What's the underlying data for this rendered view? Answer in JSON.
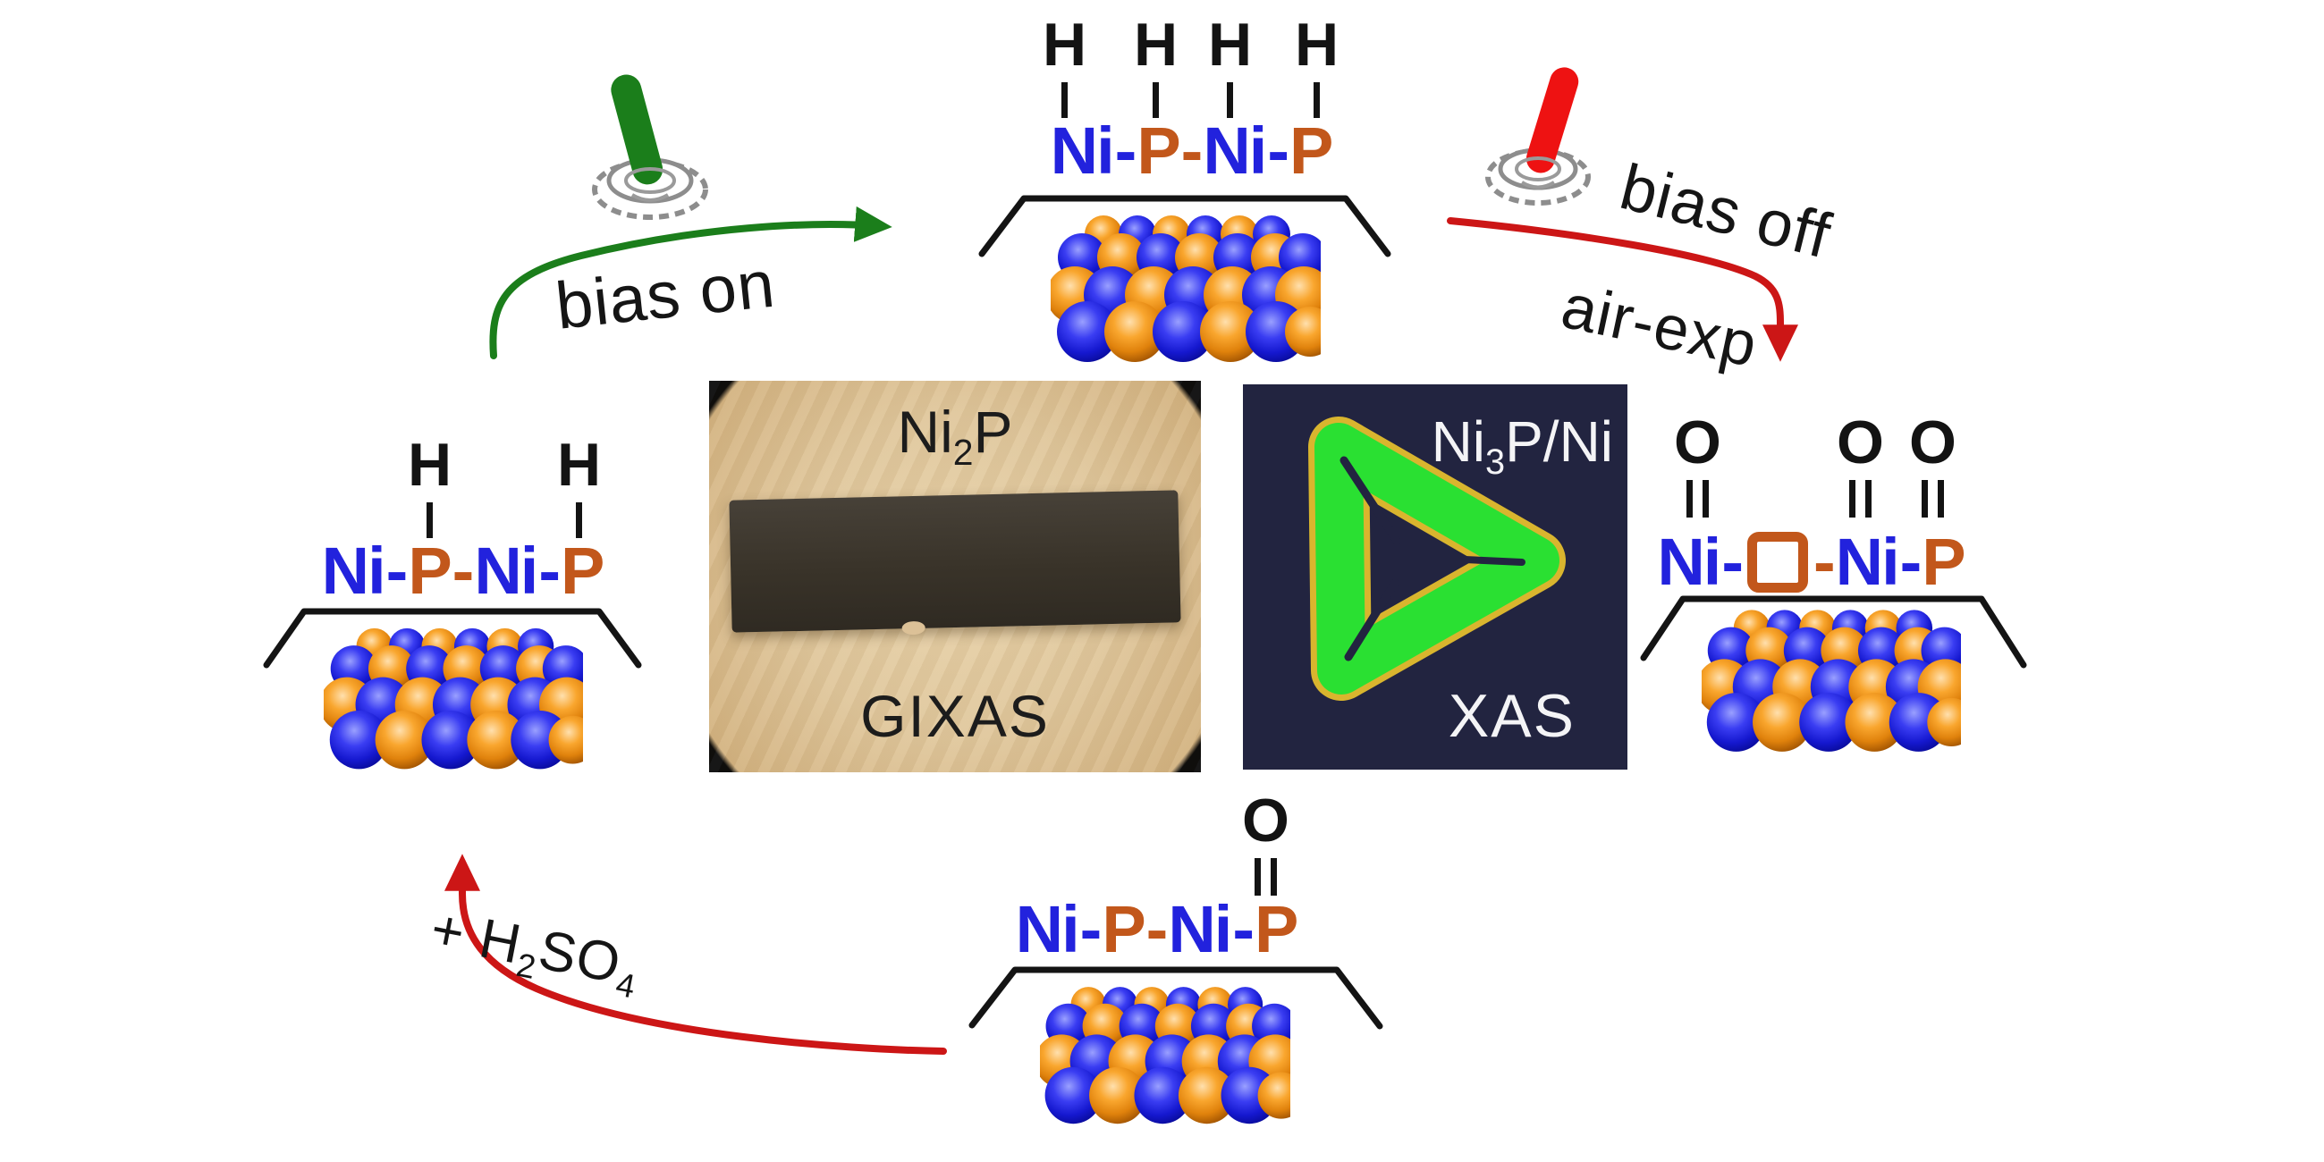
{
  "colors": {
    "ni_text": "#2222dd",
    "p_text": "#c2571b",
    "green": "#1b7e1b",
    "red": "#cc1616",
    "black": "#141414",
    "sphere_ni": "#2326e6",
    "sphere_p": "#f09018",
    "xas_bg": "#222440",
    "xas_ring": "#2ae032",
    "xas_rim": "#d9b52e",
    "photo_bg": "#e0c79c",
    "sample_strip": "#393329"
  },
  "labels": {
    "bias_on": "bias on",
    "bias_off": "bias off",
    "air_exp": "air-exp",
    "h2so4": {
      "pre": "+ H",
      "sub1": "2",
      "mid": "SO",
      "sub2": "4"
    }
  },
  "photo_panel": {
    "compound": {
      "pre": "Ni",
      "sub": "2",
      "post": "P"
    },
    "technique": "GIXAS"
  },
  "xas_panel": {
    "compound": {
      "pre": "Ni",
      "sub": "3",
      "post": "P/Ni"
    },
    "technique": "XAS"
  },
  "species": {
    "top": {
      "adsorbates": [
        "H",
        "H",
        "H",
        "H"
      ],
      "formula": [
        {
          "t": "Ni",
          "c": "ni"
        },
        {
          "t": "-",
          "c": "ni"
        },
        {
          "t": "P",
          "c": "p"
        },
        {
          "t": "-",
          "c": "p"
        },
        {
          "t": "Ni",
          "c": "ni"
        },
        {
          "t": "-",
          "c": "ni"
        },
        {
          "t": "P",
          "c": "p"
        }
      ]
    },
    "left": {
      "adsorbates": [
        "H",
        "H"
      ],
      "formula": [
        {
          "t": "Ni",
          "c": "ni"
        },
        {
          "t": "-",
          "c": "ni"
        },
        {
          "t": "P",
          "c": "p"
        },
        {
          "t": "-",
          "c": "p"
        },
        {
          "t": "Ni",
          "c": "ni"
        },
        {
          "t": "-",
          "c": "ni"
        },
        {
          "t": "P",
          "c": "p"
        }
      ]
    },
    "right": {
      "adsorbates": [
        "O",
        "O",
        "O"
      ],
      "formula": [
        {
          "t": "Ni",
          "c": "ni"
        },
        {
          "t": "-",
          "c": "ni"
        },
        {
          "t": "",
          "c": "vac"
        },
        {
          "t": "-",
          "c": "p"
        },
        {
          "t": "Ni",
          "c": "ni"
        },
        {
          "t": "-",
          "c": "ni"
        },
        {
          "t": "P",
          "c": "p"
        }
      ]
    },
    "bottom": {
      "adsorbates": [
        "O"
      ],
      "formula": [
        {
          "t": "Ni",
          "c": "ni"
        },
        {
          "t": "-",
          "c": "ni"
        },
        {
          "t": "P",
          "c": "p"
        },
        {
          "t": "-",
          "c": "p"
        },
        {
          "t": "Ni",
          "c": "ni"
        },
        {
          "t": "-",
          "c": "ni"
        },
        {
          "t": "P",
          "c": "p"
        }
      ]
    }
  }
}
